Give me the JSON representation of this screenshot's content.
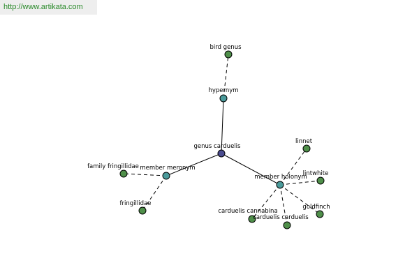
{
  "watermark": {
    "url": "http://www.artikata.com"
  },
  "colors": {
    "root": "#4b4c8f",
    "relation": "#4a9a9a",
    "leaf": "#4f8f4a",
    "watermark_text": "#2a8a2a"
  },
  "graph": {
    "root": {
      "id": "root",
      "label": "genus carduelis"
    },
    "nodes": [
      {
        "id": "hypernym",
        "label": "hypernym",
        "kind": "relation"
      },
      {
        "id": "member-meronym",
        "label": "member meronym",
        "kind": "relation"
      },
      {
        "id": "member-holonym",
        "label": "member holonym",
        "kind": "relation"
      },
      {
        "id": "bird-genus",
        "label": "bird genus",
        "kind": "leaf"
      },
      {
        "id": "family-fringillidae",
        "label": "family fringillidae",
        "kind": "leaf"
      },
      {
        "id": "fringillidae",
        "label": "fringillidae",
        "kind": "leaf"
      },
      {
        "id": "linnet",
        "label": "linnet",
        "kind": "leaf"
      },
      {
        "id": "lintwhite",
        "label": "lintwhite",
        "kind": "leaf"
      },
      {
        "id": "goldfinch",
        "label": "goldfinch",
        "kind": "leaf"
      },
      {
        "id": "carduelis-carduelis",
        "label": "carduelis carduelis",
        "kind": "leaf"
      },
      {
        "id": "carduelis-cannabina",
        "label": "carduelis cannabina",
        "kind": "leaf"
      }
    ],
    "edges": [
      {
        "from": "root",
        "to": "hypernym",
        "style": "solid"
      },
      {
        "from": "root",
        "to": "member-meronym",
        "style": "solid"
      },
      {
        "from": "root",
        "to": "member-holonym",
        "style": "solid"
      },
      {
        "from": "hypernym",
        "to": "bird-genus",
        "style": "dashed"
      },
      {
        "from": "member-meronym",
        "to": "family-fringillidae",
        "style": "dashed"
      },
      {
        "from": "member-meronym",
        "to": "fringillidae",
        "style": "dashed"
      },
      {
        "from": "member-holonym",
        "to": "linnet",
        "style": "dashed"
      },
      {
        "from": "member-holonym",
        "to": "lintwhite",
        "style": "dashed"
      },
      {
        "from": "member-holonym",
        "to": "goldfinch",
        "style": "dashed"
      },
      {
        "from": "member-holonym",
        "to": "carduelis-carduelis",
        "style": "dashed"
      },
      {
        "from": "member-holonym",
        "to": "carduelis-cannabina",
        "style": "dashed"
      }
    ]
  }
}
